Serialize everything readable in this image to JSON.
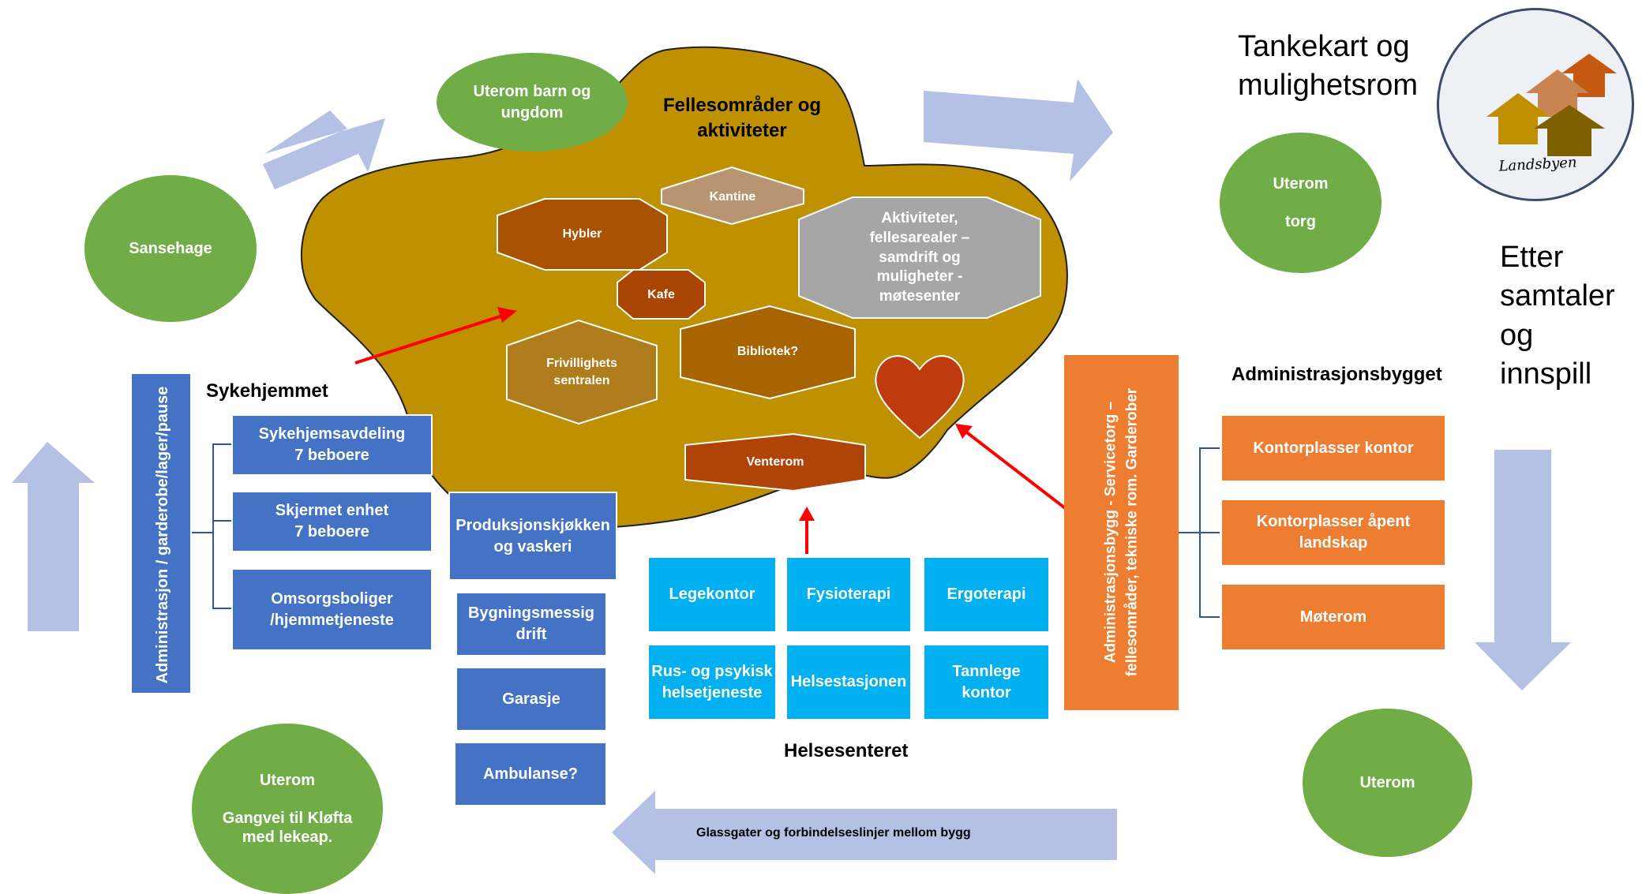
{
  "title": "Tankekart og\nmulighetsrom",
  "logo_text": "Landsbyen",
  "side_note": "Etter\nsamtaler\nog\ninnspill",
  "common_area": {
    "title": "Fellesområder og\naktiviteter",
    "hexagons": {
      "kantine": "Kantine",
      "hybler": "Hybler",
      "aktiviteter": "Aktiviteter,\nfellesarealer –\nsamdrift og\nmuligheter -\nmøtesenter",
      "kafe": "Kafe",
      "frivillighet": "Frivillighets\nsentralen",
      "bibliotek": "Bibliotek?",
      "venterom": "Venterom"
    }
  },
  "outdoor": {
    "sansehage": "Sansehage",
    "barn": "Uterom barn og\nungdom",
    "torg": "Uterom\n\ntorg",
    "uterom": "Uterom",
    "gangvei": "Uterom\n\nGangvei til Kløfta\nmed lekeap."
  },
  "sykehjem": {
    "label": "Sykehjemmet",
    "side_bar": "Administrasjon / garderobe/lager/pause",
    "units": [
      "Sykehjemsavdeling\n7 beboere",
      "Skjermet enhet\n7 beboere",
      "Omsorgsboliger\n/hjemmetjeneste"
    ]
  },
  "service": [
    "Produksjonskjøkken\nog vaskeri",
    "Bygningsmessig\ndrift",
    "Garasje",
    "Ambulanse?"
  ],
  "helsesenter": {
    "label": "Helsesenteret",
    "units": [
      "Legekontor",
      "Fysioterapi",
      "Ergoterapi",
      "Rus- og psykisk\nhelsetjeneste",
      "Helsestasjonen",
      "Tannlege\nkontor"
    ]
  },
  "admin": {
    "label": "Administrasjonsbygget",
    "side_bar": "Administrasjonsbygg  - Servicetorg –\nfellesområder, tekniske rom. Garderober",
    "units": [
      "Kontorplasser kontor",
      "Kontorplasser åpent\nlandskap",
      "Møterom"
    ]
  },
  "connection_label": "Glassgater og forbindelseslinjer mellom bygg",
  "colors": {
    "arrow": "#b4c0e4",
    "blob": "#bf9000",
    "green": "#70ad47",
    "blue": "#4472c4",
    "cyan": "#00b0f0",
    "orange": "#ed7d31",
    "heart": "#c0390f",
    "red_arrow": "#ff0000"
  }
}
